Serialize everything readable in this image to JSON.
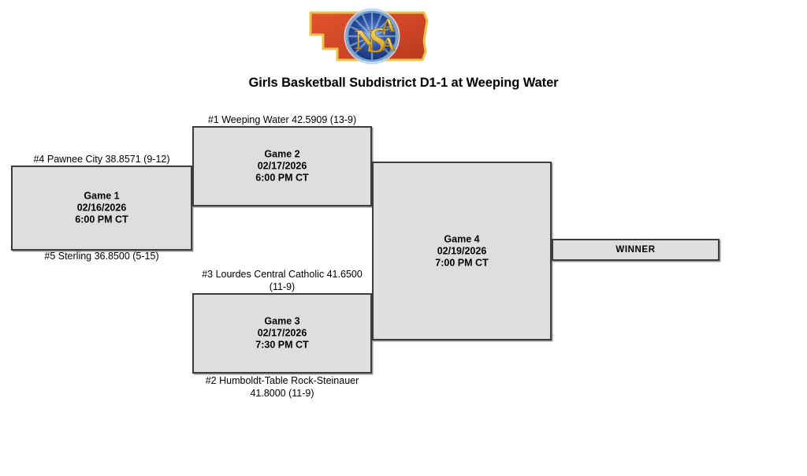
{
  "logo": {
    "name": "nsaa-logo",
    "alt_text": "NSAA",
    "letters": "NSAA",
    "state_fill": "#D2492A",
    "state_outline": "#E8C24A",
    "medallion_fill": "#1E3F8F",
    "medallion_ring": "#8FB8E0",
    "letter_fill": "#E8C24A"
  },
  "title": "Girls Basketball Subdistrict D1-1 at Weeping Water",
  "bracket": {
    "games": [
      {
        "id": "game1",
        "name": "Game 1",
        "date": "02/16/2026",
        "time": "6:00 PM CT",
        "top_team": "#4 Pawnee City 38.8571 (9-12)",
        "bottom_team": "#5 Sterling 36.8500 (5-15)"
      },
      {
        "id": "game2",
        "name": "Game 2",
        "date": "02/17/2026",
        "time": "6:00 PM CT",
        "top_team": "#1 Weeping Water 42.5909 (13-9)",
        "bottom_team": ""
      },
      {
        "id": "game3",
        "name": "Game 3",
        "date": "02/17/2026",
        "time": "7:30 PM CT",
        "top_team": "#3 Lourdes Central Catholic 41.6500 (11-9)",
        "bottom_team": "#2 Humboldt-Table Rock-Steinauer 41.8000 (11-9)"
      },
      {
        "id": "game4",
        "name": "Game 4",
        "date": "02/19/2026",
        "time": "7:00 PM CT",
        "top_team": "",
        "bottom_team": ""
      }
    ],
    "winner_label": "WINNER"
  },
  "colors": {
    "box_fill": "#dedede",
    "box_border": "#3d3d3d",
    "box_shadow": "#9a9a9a",
    "background": "#ffffff",
    "text": "#000000"
  }
}
